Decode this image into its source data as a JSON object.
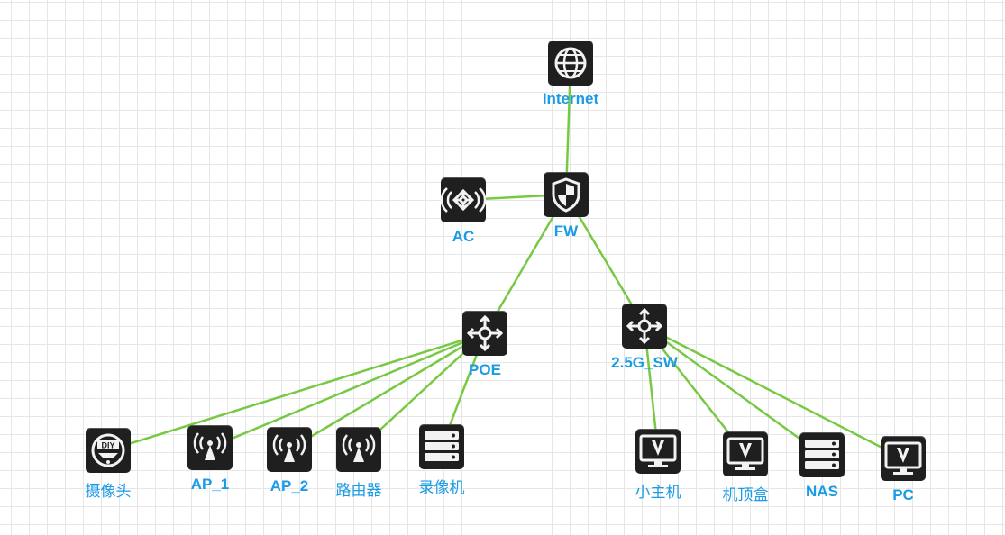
{
  "colors": {
    "link": "#77c944",
    "label": "#1a9be6",
    "icon_bg": "#1f1f1f"
  },
  "nodes": [
    {
      "id": "internet",
      "label": "Internet",
      "icon": "globe-icon"
    },
    {
      "id": "fw",
      "label": "FW",
      "icon": "firewall-icon"
    },
    {
      "id": "ac",
      "label": "AC",
      "icon": "ac-controller-icon"
    },
    {
      "id": "poe",
      "label": "POE",
      "icon": "switch-icon"
    },
    {
      "id": "sw25",
      "label": "2.5G_SW",
      "icon": "switch-icon"
    },
    {
      "id": "camera",
      "label": "摄像头",
      "icon": "diy-camera-icon"
    },
    {
      "id": "ap1",
      "label": "AP_1",
      "icon": "wireless-ap-icon"
    },
    {
      "id": "ap2",
      "label": "AP_2",
      "icon": "wireless-ap-icon"
    },
    {
      "id": "router",
      "label": "路由器",
      "icon": "wireless-ap-icon"
    },
    {
      "id": "nvr",
      "label": "录像机",
      "icon": "server-icon"
    },
    {
      "id": "minipc",
      "label": "小主机",
      "icon": "monitor-icon"
    },
    {
      "id": "stb",
      "label": "机顶盒",
      "icon": "monitor-icon"
    },
    {
      "id": "nas",
      "label": "NAS",
      "icon": "server-icon"
    },
    {
      "id": "pc",
      "label": "PC",
      "icon": "monitor-icon"
    }
  ],
  "links": [
    [
      "internet",
      "fw"
    ],
    [
      "ac",
      "fw"
    ],
    [
      "fw",
      "poe"
    ],
    [
      "fw",
      "sw25"
    ],
    [
      "poe",
      "camera"
    ],
    [
      "poe",
      "ap1"
    ],
    [
      "poe",
      "ap2"
    ],
    [
      "poe",
      "router"
    ],
    [
      "poe",
      "nvr"
    ],
    [
      "sw25",
      "minipc"
    ],
    [
      "sw25",
      "stb"
    ],
    [
      "sw25",
      "nas"
    ],
    [
      "sw25",
      "pc"
    ]
  ]
}
